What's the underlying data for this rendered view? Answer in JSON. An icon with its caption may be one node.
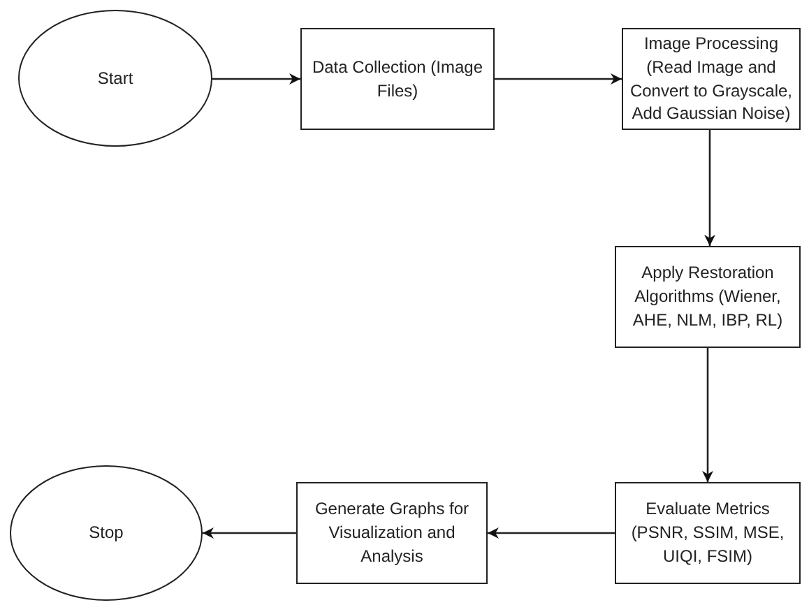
{
  "diagram": {
    "nodes": [
      {
        "text": [
          "Start"
        ]
      },
      {
        "text": [
          "Data Collection (Image Files)"
        ]
      },
      {
        "text": [
          "Image Processing (Read Image and Convert to Grayscale, Add Gaussian Noise)"
        ]
      },
      {
        "text": [
          "Apply Restoration Algorithms (Wiener, AHE, NLM, IBP, RL)"
        ]
      },
      {
        "text": [
          "Evaluate Metrics (PSNR, SSIM, MSE, UIQI, FSIM)"
        ]
      },
      {
        "text": [
          "Generate Graphs for Visualization and Analysis"
        ]
      },
      {
        "text": [
          "Stop"
        ]
      }
    ],
    "edges": [
      {
        "from": 0,
        "to": 1,
        "arrow": "to"
      },
      {
        "from": 1,
        "to": 2,
        "arrow": "to"
      },
      {
        "from": 2,
        "to": 3,
        "arrow": "to"
      },
      {
        "from": 3,
        "to": 4,
        "arrow": "to"
      },
      {
        "from": 4,
        "to": 5,
        "arrow": "to"
      },
      {
        "from": 5,
        "to": 6,
        "arrow": "to"
      }
    ]
  }
}
